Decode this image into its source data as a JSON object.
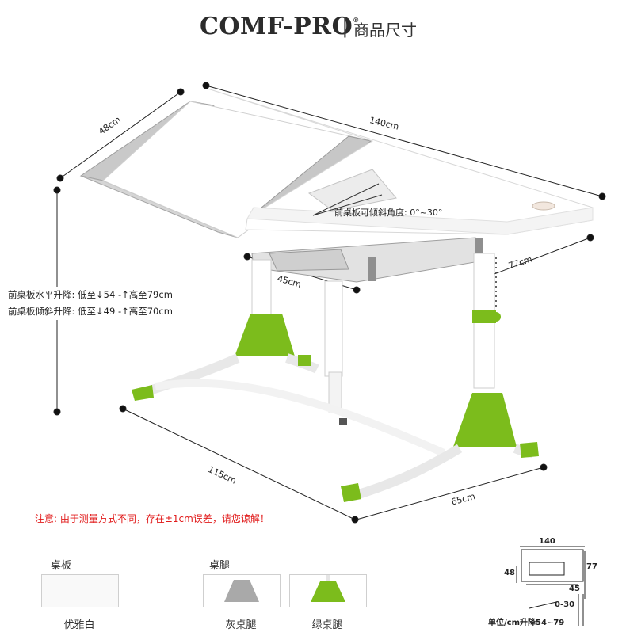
{
  "header": {
    "brand": "COMF-PRO",
    "trademark": "®",
    "separator": "|",
    "title": "商品尺寸"
  },
  "dimensions": {
    "depth": "48cm",
    "width": "140cm",
    "tilt_angle": "前桌板可倾斜角度: 0°~30°",
    "lower_depth": "45cm",
    "height_right": "77cm",
    "base_width": "115cm",
    "base_depth": "65cm"
  },
  "height_spec": {
    "flat": "前桌板水平升降: 低至↓54 -↑高至79cm",
    "tilt": "前桌板倾斜升降: 低至↓49 -↑高至70cm"
  },
  "notice": "注意: 由于测量方式不同，存在±1cm误差，请您谅解！",
  "options": {
    "board": {
      "label": "桌板",
      "items": [
        {
          "caption": "优雅白",
          "color": "#ffffff"
        }
      ]
    },
    "legs": {
      "label": "桌腿",
      "items": [
        {
          "caption": "灰桌腿",
          "color": "#a9a9a9"
        },
        {
          "caption": "绿桌腿",
          "color": "#7ab51d"
        }
      ]
    }
  },
  "mini_diagram": {
    "width": "140",
    "depth": "48",
    "height": "77",
    "lower": "45",
    "tilt": "0-30",
    "unit": "单位/cm升降54~79"
  },
  "colors": {
    "accent_green": "#7cbc1c",
    "grey": "#b5b5b5",
    "notice_red": "#e11b1b"
  }
}
